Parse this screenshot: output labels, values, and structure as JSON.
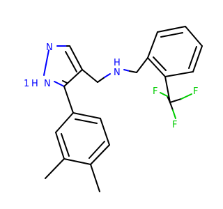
{
  "molecule": {
    "colors": {
      "bond": "#000000",
      "nitrogen": "#0000ff",
      "fluorine": "#00cc00",
      "background": "#ffffff"
    },
    "atom_labels": {
      "pyrazole_n1": "N",
      "pyrazole_nh": "H",
      "pyrazole_nh_n": "N",
      "pyrazole_nh_prefix": "1",
      "amine_h": "H",
      "amine_n": "N",
      "f_top": "F",
      "f_right": "F",
      "f_bottom": "F"
    }
  }
}
